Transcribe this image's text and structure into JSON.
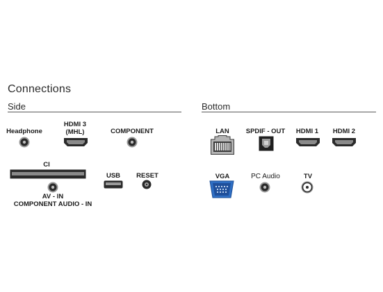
{
  "title": "Connections",
  "sections": {
    "side": "Side",
    "bottom": "Bottom"
  },
  "ports": {
    "headphone": "Headphone",
    "hdmi3_line1": "HDMI 3",
    "hdmi3_line2": "(MHL)",
    "component": "COMPONENT",
    "ci": "CI",
    "usb": "USB",
    "reset": "RESET",
    "av_in": "AV - IN",
    "component_audio_in": "COMPONENT AUDIO - IN",
    "lan": "LAN",
    "spdif_out": "SPDIF - OUT",
    "hdmi1": "HDMI 1",
    "hdmi2": "HDMI 2",
    "vga": "VGA",
    "pc_audio": "PC Audio",
    "tv": "TV"
  },
  "colors": {
    "port_dark": "#2a2a2a",
    "port_mid": "#8a8a8a",
    "vga_blue": "#2f6fc4"
  }
}
